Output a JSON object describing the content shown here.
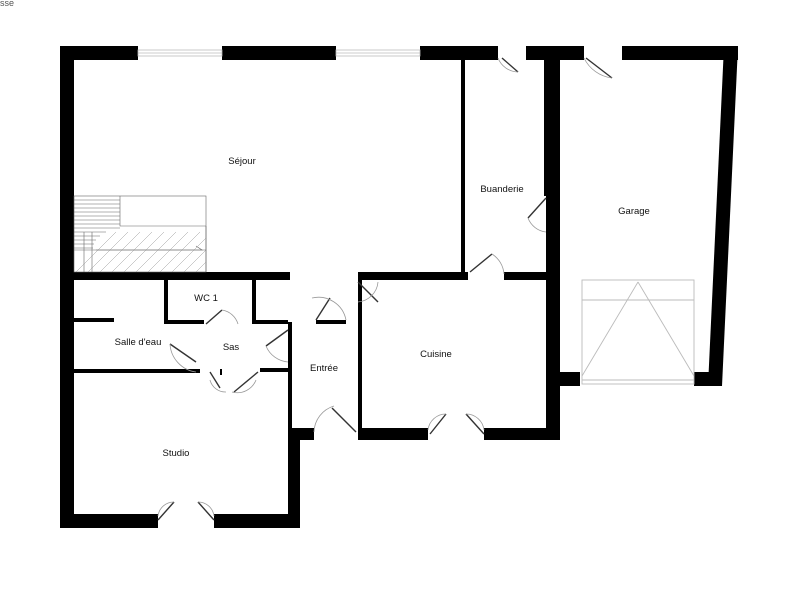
{
  "corner_text": "sse",
  "rooms": {
    "sejour": "Séjour",
    "buanderie": "Buanderie",
    "garage": "Garage",
    "wc": "WC 1",
    "salle_eau": "Salle d'eau",
    "sas": "Sas",
    "entree": "Entrée",
    "cuisine": "Cuisine",
    "studio": "Studio"
  }
}
